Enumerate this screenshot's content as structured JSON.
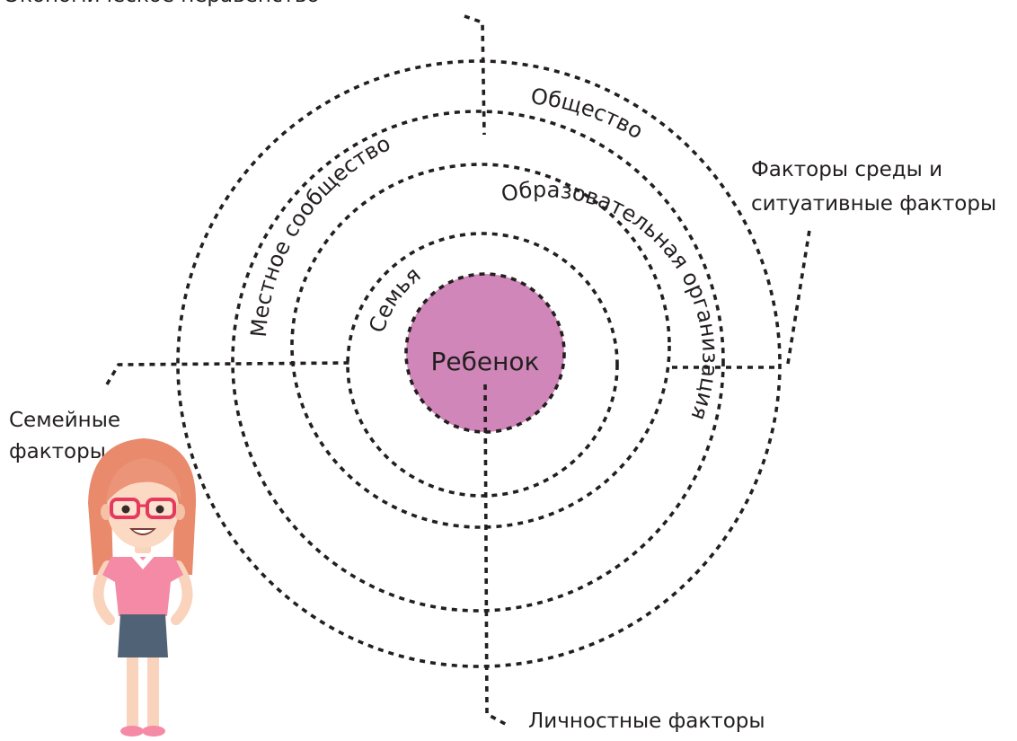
{
  "diagram": {
    "top_left_label": "Экономическое неравенство",
    "center": "Ребенок",
    "rings": {
      "family": "Семья",
      "school": "Образовательная организация",
      "community": "Местное сообщество",
      "society": "Общество"
    },
    "labels": {
      "environment_line1": "Факторы среды и",
      "environment_line2": "ситуативные факторы",
      "family_line1": "Семейные",
      "family_line2": "факторы",
      "personal": "Личностные факторы"
    },
    "colors": {
      "center_fill": "#d086b8",
      "line": "#231f20",
      "girl_hair": "#ec9478",
      "girl_shirt": "#f48aa6",
      "girl_skirt": "#506276"
    }
  }
}
